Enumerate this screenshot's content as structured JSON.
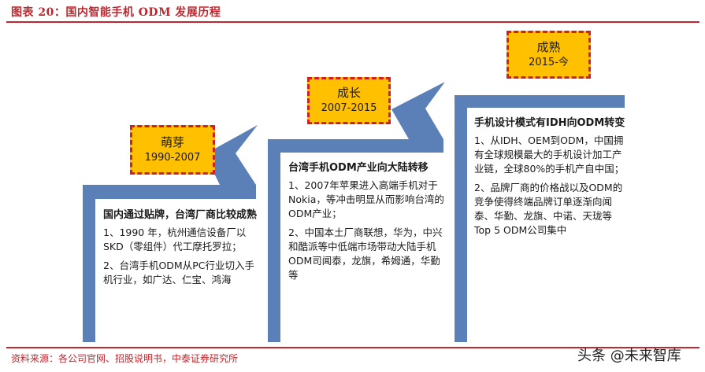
{
  "header": {
    "title": "图表 20：国内智能手机 ODM 发展历程"
  },
  "footer": {
    "source": "资料来源：各公司官网、招股说明书，中泰证券研究所",
    "watermark": "头条 @未来智库"
  },
  "colors": {
    "accent_red": "#c0262d",
    "arrow_blue": "#5b7fb7",
    "label_fill": "#ffc000",
    "label_border": "#d21f25"
  },
  "stages": [
    {
      "name": "萌芽",
      "years": "1990-2007",
      "heading": "国内通过贴牌，台湾厂商比较成熟",
      "items": [
        "1、1990 年，杭州通信设备厂以SKD（零组件）代工摩托罗拉；",
        "2、台湾手机ODM从PC行业切入手机行业，如广达、仁宝、鸿海"
      ]
    },
    {
      "name": "成长",
      "years": "2007-2015",
      "heading": "台湾手机ODM产业向大陆转移",
      "items": [
        "1、2007年苹果进入高端手机对于Nokia，等冲击明显从而影响台湾的ODM产业；",
        "2、中国本土厂商联想，华为，中兴和酷派等中低端市场带动大陆手机ODM司闻泰，龙旗，希姆通，华勤等"
      ]
    },
    {
      "name": "成熟",
      "years": "2015-今",
      "heading": "手机设计模式有IDH向ODM转变",
      "items": [
        "1、从IDH、OEM到ODM，中国拥有全球规模最大的手机设计加工产业链，全球80%的手机产自中国；",
        "2、品牌厂商的价格战以及ODM的竞争使得终端品牌订单逐渐向闻泰、华勤、龙旗、中诺、天珑等Top 5 ODM公司集中"
      ]
    }
  ]
}
